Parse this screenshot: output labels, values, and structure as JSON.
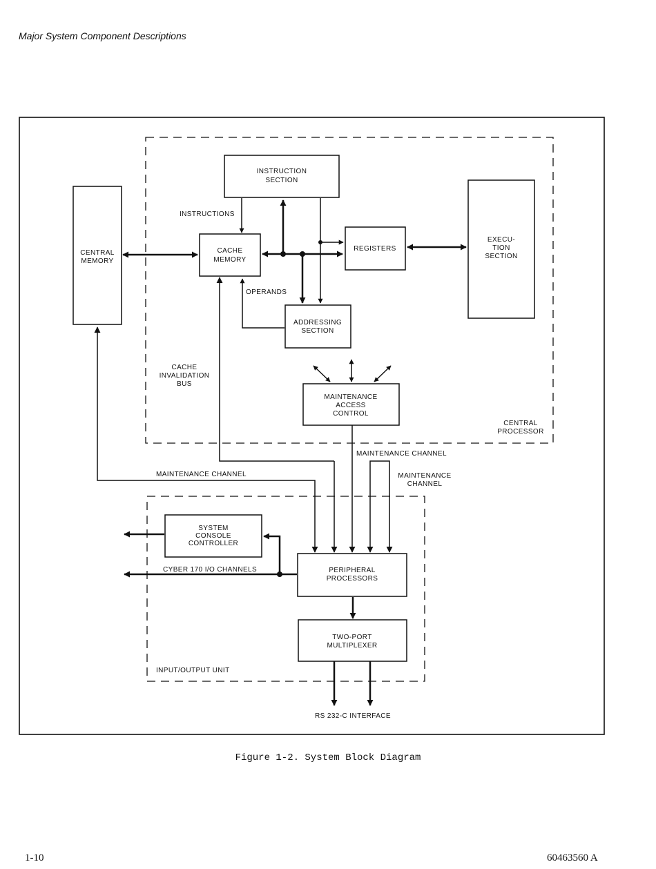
{
  "page": {
    "header": "Major System Component Descriptions",
    "caption": "Figure 1-2.  System Block Diagram",
    "page_number": "1-10",
    "doc_number": "60463560 A"
  },
  "diagram": {
    "blocks": {
      "central_memory": [
        "CENTRAL",
        "MEMORY"
      ],
      "instruction_section": [
        "INSTRUCTION",
        "SECTION"
      ],
      "cache_memory": [
        "CACHE",
        "MEMORY"
      ],
      "registers": [
        "REGISTERS"
      ],
      "execution_section": [
        "EXECU-",
        "TION",
        "SECTION"
      ],
      "addressing_section": [
        "ADDRESSING",
        "SECTION"
      ],
      "maintenance_access_control": [
        "MAINTENANCE",
        "ACCESS",
        "CONTROL"
      ],
      "system_console_controller": [
        "SYSTEM",
        "CONSOLE",
        "CONTROLLER"
      ],
      "peripheral_processors": [
        "PERIPHERAL",
        "PROCESSORS"
      ],
      "two_port_multiplexer": [
        "TWO-PORT",
        "MULTIPLEXER"
      ]
    },
    "regions": {
      "central_processor": [
        "CENTRAL",
        "PROCESSOR"
      ],
      "input_output_unit": [
        "INPUT/OUTPUT UNIT"
      ]
    },
    "labels": {
      "instructions": "INSTRUCTIONS",
      "operands": "OPERANDS",
      "cache_invalidation_bus": [
        "CACHE",
        "INVALIDATION",
        "BUS"
      ],
      "maintenance_channel_left": "MAINTENANCE CHANNEL",
      "maintenance_channel_center": "MAINTENANCE CHANNEL",
      "maintenance_channel_right": [
        "MAINTENANCE",
        "CHANNEL"
      ],
      "cyber_channels": "CYBER 170 I/O CHANNELS",
      "rs232": "RS 232-C INTERFACE"
    }
  }
}
